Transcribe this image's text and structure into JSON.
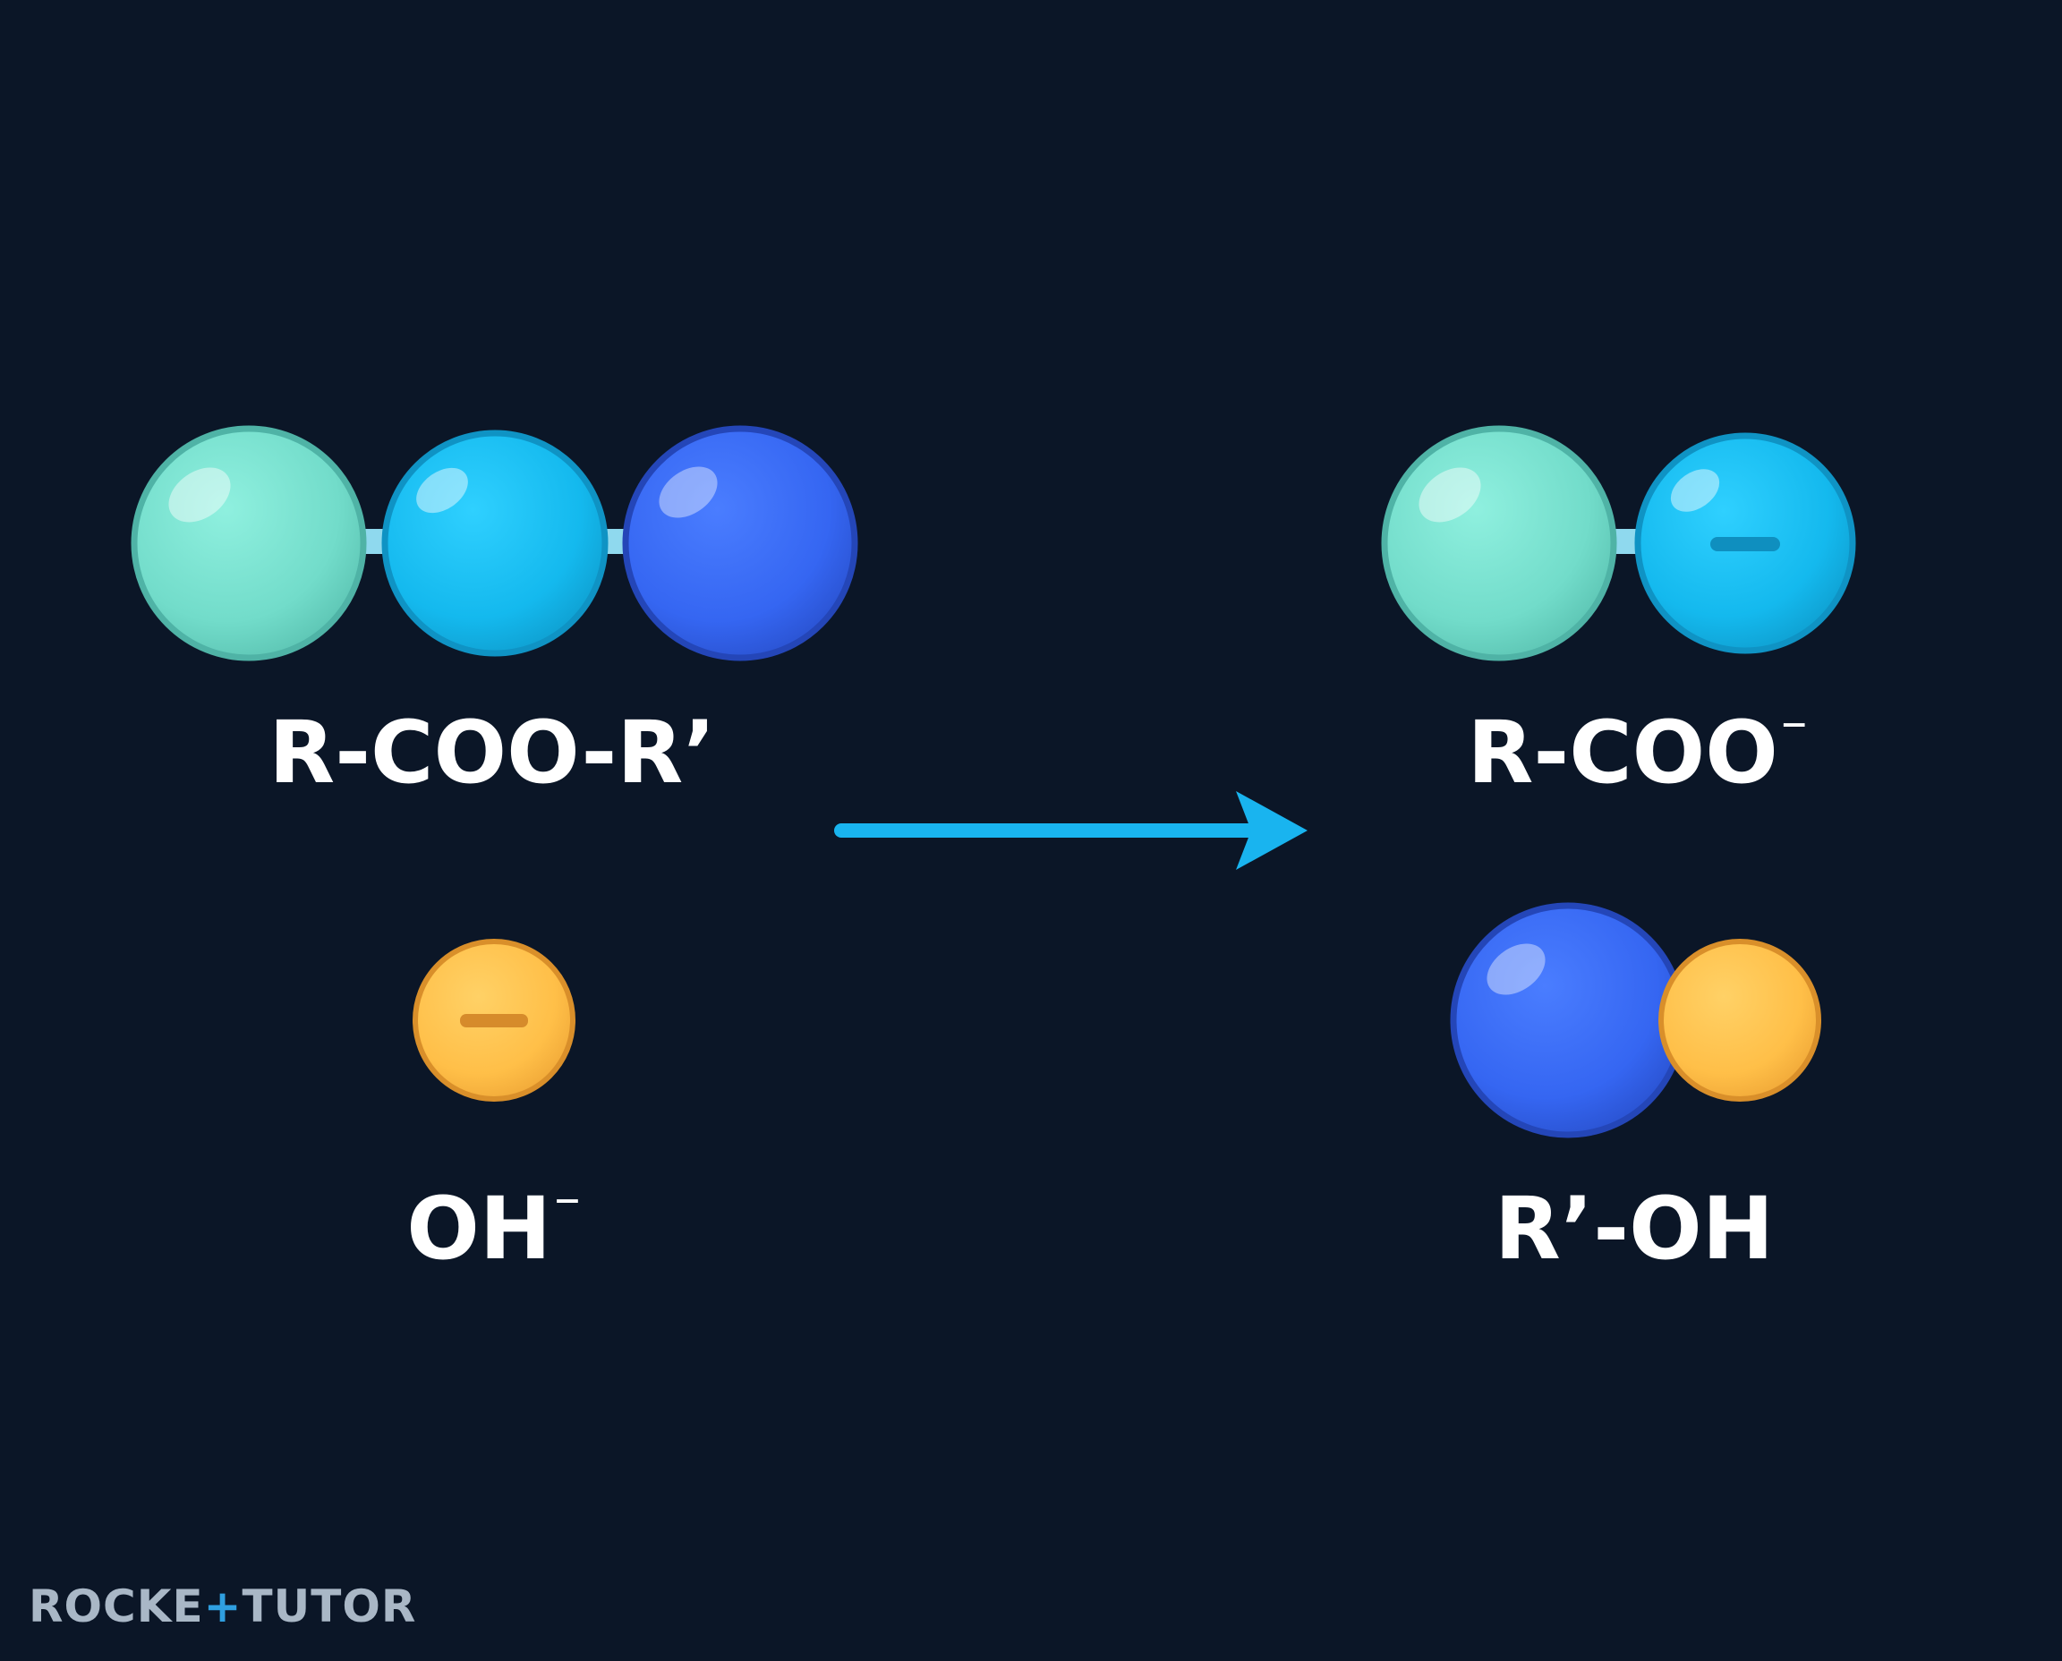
{
  "reactants": {
    "ester": {
      "label": "R-COO-R’"
    },
    "hydroxide": {
      "label": "OH",
      "charge_sup": "⁻"
    }
  },
  "products": {
    "carboxylate": {
      "label": "R-COO",
      "charge_sup": "⁻"
    },
    "alcohol": {
      "label": "R’-OH"
    }
  },
  "brand": {
    "part1": "ROCKE",
    "part2": "+",
    "part3": "TUTOR"
  },
  "colors": {
    "background": "#0b1627",
    "teal_atom": "#7ee0cf",
    "cyan_atom": "#17bff2",
    "blue_atom": "#3a6cf7",
    "orange_atom": "#ffc24d",
    "arrow": "#19b4ef",
    "bond": "#8fd9ee"
  },
  "icons": {
    "minus_charge": "minus-icon",
    "reaction_arrow": "right-arrow-icon"
  }
}
